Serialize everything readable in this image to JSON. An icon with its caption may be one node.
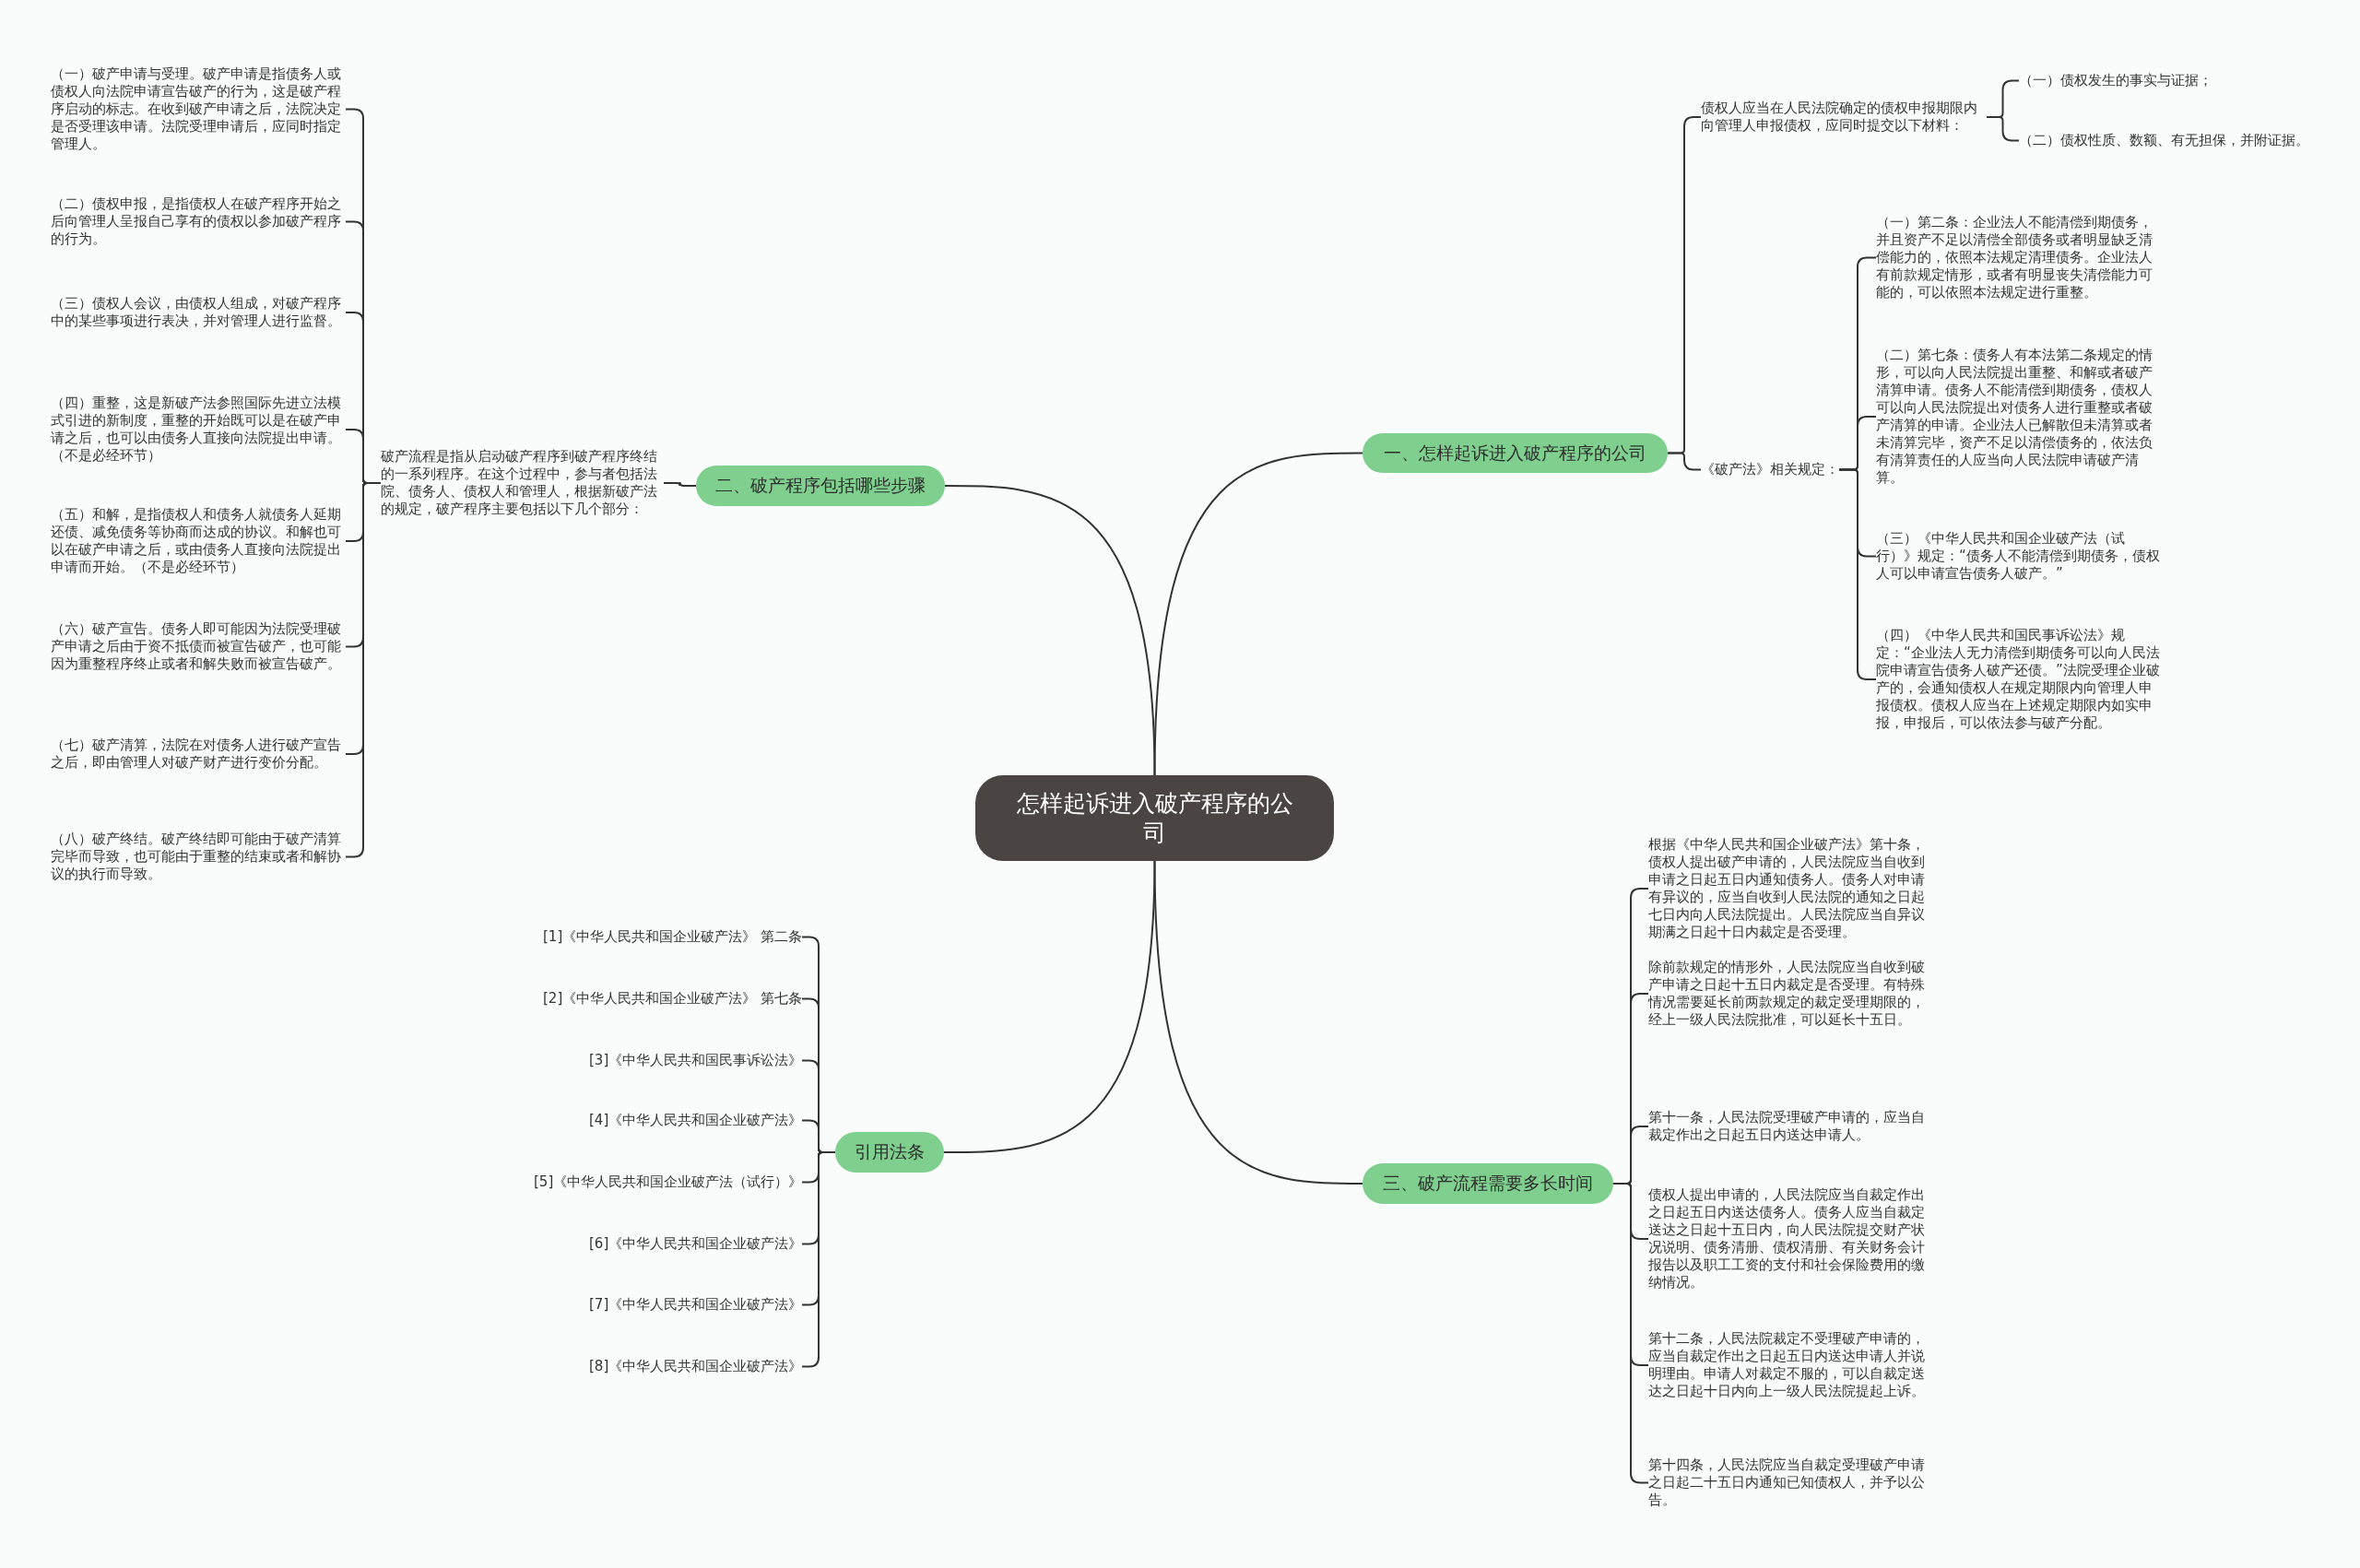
{
  "diagram": {
    "nodes": [
      {
        "text": [
          "怎样起诉进入破产程序的公司"
        ]
      },
      {
        "text": [
          "一、怎样起诉进入破产程序的公司"
        ]
      },
      {
        "text": [
          "债权人应当在人民法院确定的债权申报期限内向管理人申报债权，应同时提交以下材料："
        ]
      },
      {
        "text": [
          "（一）债权发生的事实与证据；"
        ]
      },
      {
        "text": [
          "（二）债权性质、数额、有无担保，并附证据。"
        ]
      },
      {
        "text": [
          "《破产法》相关规定："
        ]
      },
      {
        "text": [
          "（一）第二条：企业法人不能清偿到期债务，并且资产不足以清偿全部债务或者明显缺乏清偿能力的，依照本法规定清理债务。企业法人有前款规定情形，或者有明显丧失清偿能力可能的，可以依照本法规定进行重整。"
        ]
      },
      {
        "text": [
          "（二）第七条：债务人有本法第二条规定的情形，可以向人民法院提出重整、和解或者破产清算申请。债务人不能清偿到期债务，债权人可以向人民法院提出对债务人进行重整或者破产清算的申请。企业法人已解散但未清算或者未清算完毕，资产不足以清偿债务的，依法负有清算责任的人应当向人民法院申请破产清算。"
        ]
      },
      {
        "text": [
          "（三）《中华人民共和国企业破产法（试行）》规定：“债务人不能清偿到期债务，债权人可以申请宣告债务人破产。”"
        ]
      },
      {
        "text": [
          "（四）《中华人民共和国民事诉讼法》规定：“企业法人无力清偿到期债务可以向人民法院申请宣告债务人破产还债。”法院受理企业破产的，会通知债权人在规定期限内向管理人申报债权。债权人应当在上述规定期限内如实申报，申报后，可以依法参与破产分配。"
        ]
      },
      {
        "text": [
          "二、破产程序包括哪些步骤"
        ]
      },
      {
        "text": [
          "破产流程是指从启动破产程序到破产程序终结的一系列程序。在这个过程中，参与者包括法院、债务人、债权人和管理人，根据新破产法的规定，破产程序主要包括以下几个部分："
        ]
      },
      {
        "text": [
          "（一）破产申请与受理。破产申请是指债务人或债权人向法院申请宣告破产的行为，这是破产程序启动的标志。在收到破产申请之后，法院决定是否受理该申请。法院受理申请后，应同时指定管理人。"
        ]
      },
      {
        "text": [
          "（二）债权申报，是指债权人在破产程序开始之后向管理人呈报自己享有的债权以参加破产程序的行为。"
        ]
      },
      {
        "text": [
          "（三）债权人会议，由债权人组成，对破产程序中的某些事项进行表决，并对管理人进行监督。"
        ]
      },
      {
        "text": [
          "（四）重整，这是新破产法参照国际先进立法模式引进的新制度，重整的开始既可以是在破产申请之后，也可以由债务人直接向法院提出申请。（不是必经环节）"
        ]
      },
      {
        "text": [
          "（五）和解，是指债权人和债务人就债务人延期还债、减免债务等协商而达成的协议。和解也可以在破产申请之后，或由债务人直接向法院提出申请而开始。（不是必经环节）"
        ]
      },
      {
        "text": [
          "（六）破产宣告。债务人即可能因为法院受理破产申请之后由于资不抵债而被宣告破产，也可能因为重整程序终止或者和解失败而被宣告破产。"
        ]
      },
      {
        "text": [
          "（七）破产清算，法院在对债务人进行破产宣告之后，即由管理人对破产财产进行变价分配。"
        ]
      },
      {
        "text": [
          "（八）破产终结。破产终结即可能由于破产清算完毕而导致，也可能由于重整的结束或者和解协议的执行而导致。"
        ]
      },
      {
        "text": [
          "引用法条"
        ]
      },
      {
        "text": [
          "[1]《中华人民共和国企业破产法》 第二条"
        ]
      },
      {
        "text": [
          "[2]《中华人民共和国企业破产法》 第七条"
        ]
      },
      {
        "text": [
          "[3]《中华人民共和国民事诉讼法》"
        ]
      },
      {
        "text": [
          "[4]《中华人民共和国企业破产法》"
        ]
      },
      {
        "text": [
          "[5]《中华人民共和国企业破产法（试行）》"
        ]
      },
      {
        "text": [
          "[6]《中华人民共和国企业破产法》"
        ]
      },
      {
        "text": [
          "[7]《中华人民共和国企业破产法》"
        ]
      },
      {
        "text": [
          "[8]《中华人民共和国企业破产法》"
        ]
      },
      {
        "text": [
          "三、破产流程需要多长时间"
        ]
      },
      {
        "text": [
          "根据《中华人民共和国企业破产法》第十条，债权人提出破产申请的，人民法院应当自收到申请之日起五日内通知债务人。债务人对申请有异议的，应当自收到人民法院的通知之日起七日内向人民法院提出。人民法院应当自异议期满之日起十日内裁定是否受理。"
        ]
      },
      {
        "text": [
          "除前款规定的情形外，人民法院应当自收到破产申请之日起十五日内裁定是否受理。有特殊情况需要延长前两款规定的裁定受理期限的，经上一级人民法院批准，可以延长十五日。"
        ]
      },
      {
        "text": [
          "第十一条，人民法院受理破产申请的，应当自裁定作出之日起五日内送达申请人。"
        ]
      },
      {
        "text": [
          "债权人提出申请的，人民法院应当自裁定作出之日起五日内送达债务人。债务人应当自裁定送达之日起十五日内，向人民法院提交财产状况说明、债务清册、债权清册、有关财务会计报告以及职工工资的支付和社会保险费用的缴纳情况。"
        ]
      },
      {
        "text": [
          "第十二条，人民法院裁定不受理破产申请的，应当自裁定作出之日起五日内送达申请人并说明理由。申请人对裁定不服的，可以自裁定送达之日起十日内向上一级人民法院提起上诉。"
        ]
      },
      {
        "text": [
          "第十四条，人民法院应当自裁定受理破产申请之日起二十五日内通知已知债权人，并予以公告。"
        ]
      }
    ],
    "edges": [
      {
        "from": 0,
        "to": 1,
        "arrow": "none"
      },
      {
        "from": 0,
        "to": 10,
        "arrow": "none"
      },
      {
        "from": 0,
        "to": 20,
        "arrow": "none"
      },
      {
        "from": 0,
        "to": 29,
        "arrow": "none"
      },
      {
        "from": 1,
        "to": 2,
        "arrow": "none"
      },
      {
        "from": 1,
        "to": 5,
        "arrow": "none"
      },
      {
        "from": 2,
        "to": 3,
        "arrow": "none"
      },
      {
        "from": 2,
        "to": 4,
        "arrow": "none"
      },
      {
        "from": 5,
        "to": 6,
        "arrow": "none"
      },
      {
        "from": 5,
        "to": 7,
        "arrow": "none"
      },
      {
        "from": 5,
        "to": 8,
        "arrow": "none"
      },
      {
        "from": 5,
        "to": 9,
        "arrow": "none"
      },
      {
        "from": 10,
        "to": 11,
        "arrow": "none"
      },
      {
        "from": 11,
        "to": 12,
        "arrow": "none"
      },
      {
        "from": 11,
        "to": 13,
        "arrow": "none"
      },
      {
        "from": 11,
        "to": 14,
        "arrow": "none"
      },
      {
        "from": 11,
        "to": 15,
        "arrow": "none"
      },
      {
        "from": 11,
        "to": 16,
        "arrow": "none"
      },
      {
        "from": 11,
        "to": 17,
        "arrow": "none"
      },
      {
        "from": 11,
        "to": 18,
        "arrow": "none"
      },
      {
        "from": 11,
        "to": 19,
        "arrow": "none"
      },
      {
        "from": 20,
        "to": 21,
        "arrow": "none"
      },
      {
        "from": 20,
        "to": 22,
        "arrow": "none"
      },
      {
        "from": 20,
        "to": 23,
        "arrow": "none"
      },
      {
        "from": 20,
        "to": 24,
        "arrow": "none"
      },
      {
        "from": 20,
        "to": 25,
        "arrow": "none"
      },
      {
        "from": 20,
        "to": 26,
        "arrow": "none"
      },
      {
        "from": 20,
        "to": 27,
        "arrow": "none"
      },
      {
        "from": 20,
        "to": 28,
        "arrow": "none"
      },
      {
        "from": 29,
        "to": 30,
        "arrow": "none"
      },
      {
        "from": 29,
        "to": 31,
        "arrow": "none"
      },
      {
        "from": 29,
        "to": 32,
        "arrow": "none"
      },
      {
        "from": 29,
        "to": 33,
        "arrow": "none"
      },
      {
        "from": 29,
        "to": 34,
        "arrow": "none"
      },
      {
        "from": 29,
        "to": 35,
        "arrow": "none"
      }
    ]
  }
}
